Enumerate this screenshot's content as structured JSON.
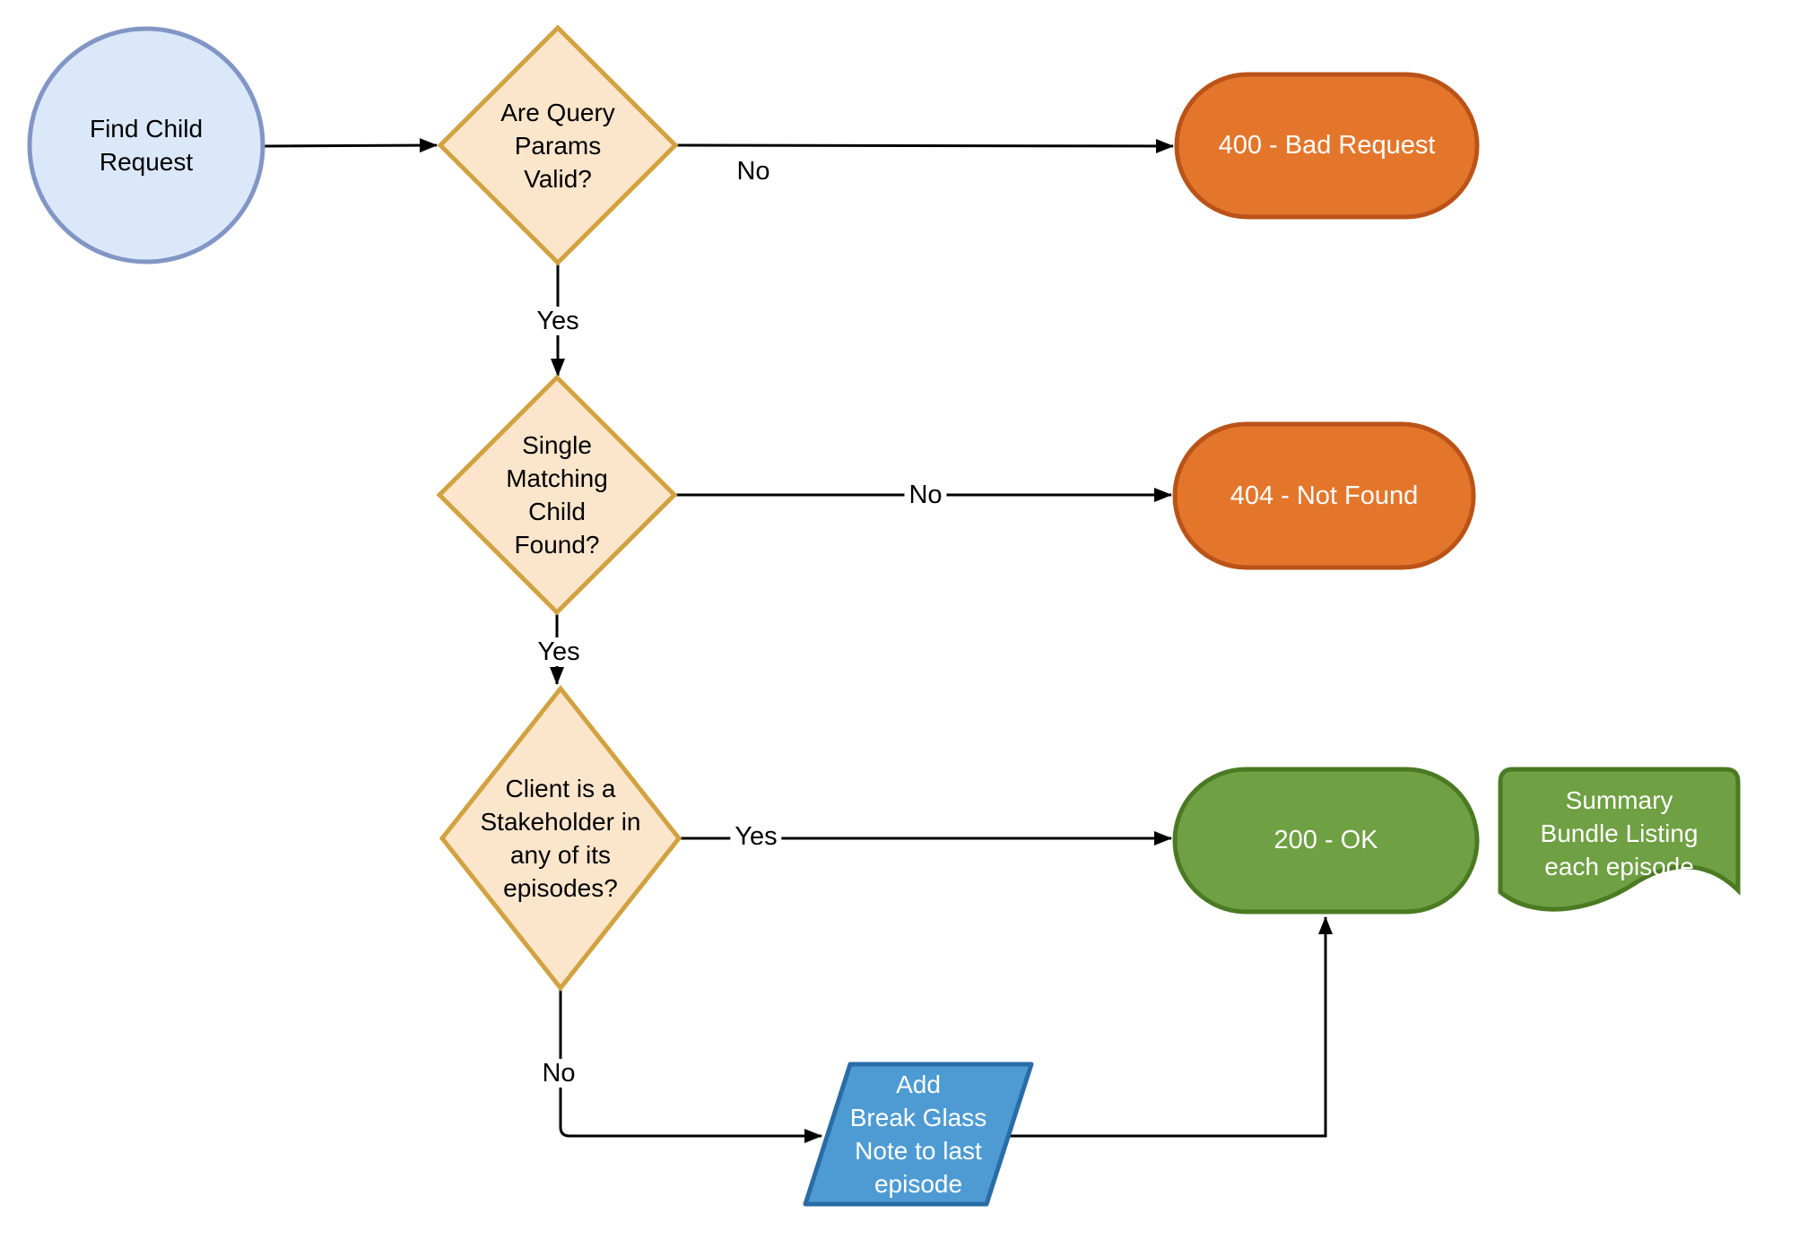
{
  "diagram": {
    "nodes": {
      "start": {
        "label": "Find Child\nRequest",
        "shape": "circle"
      },
      "check_params": {
        "label": "Are Query\nParams\nValid?",
        "shape": "decision-diamond"
      },
      "bad_request": {
        "label": "400 - Bad Request",
        "shape": "terminator-pill"
      },
      "check_single_child": {
        "label": "Single\nMatching\nChild\nFound?",
        "shape": "decision-diamond"
      },
      "not_found": {
        "label": "404 - Not Found",
        "shape": "terminator-pill"
      },
      "check_stakeholder": {
        "label": "Client is a\nStakeholder in\nany of its\nepisodes?",
        "shape": "decision-diamond"
      },
      "ok": {
        "label": "200 - OK",
        "shape": "terminator-pill"
      },
      "summary_document": {
        "label": "Summary\nBundle Listing\neach episode",
        "shape": "document"
      },
      "break_glass": {
        "label": "Add\nBreak Glass\nNote to last\nepisode",
        "shape": "parallelogram"
      }
    },
    "edge_labels": {
      "params_no": "No",
      "params_yes": "Yes",
      "single_no": "No",
      "single_yes": "Yes",
      "stakeholder_yes": "Yes",
      "stakeholder_no": "No"
    },
    "colors": {
      "start_fill": "#dbe8fa",
      "start_stroke": "#8296c5",
      "decision_fill": "#fbe6cc",
      "decision_stroke": "#d2a240",
      "error_fill": "#e4762c",
      "error_stroke": "#ba5318",
      "success_fill": "#6fa043",
      "success_stroke": "#4b7a23",
      "process_fill": "#4e9bd4",
      "process_stroke": "#2a6ca5",
      "edge_stroke": "#000000"
    }
  }
}
